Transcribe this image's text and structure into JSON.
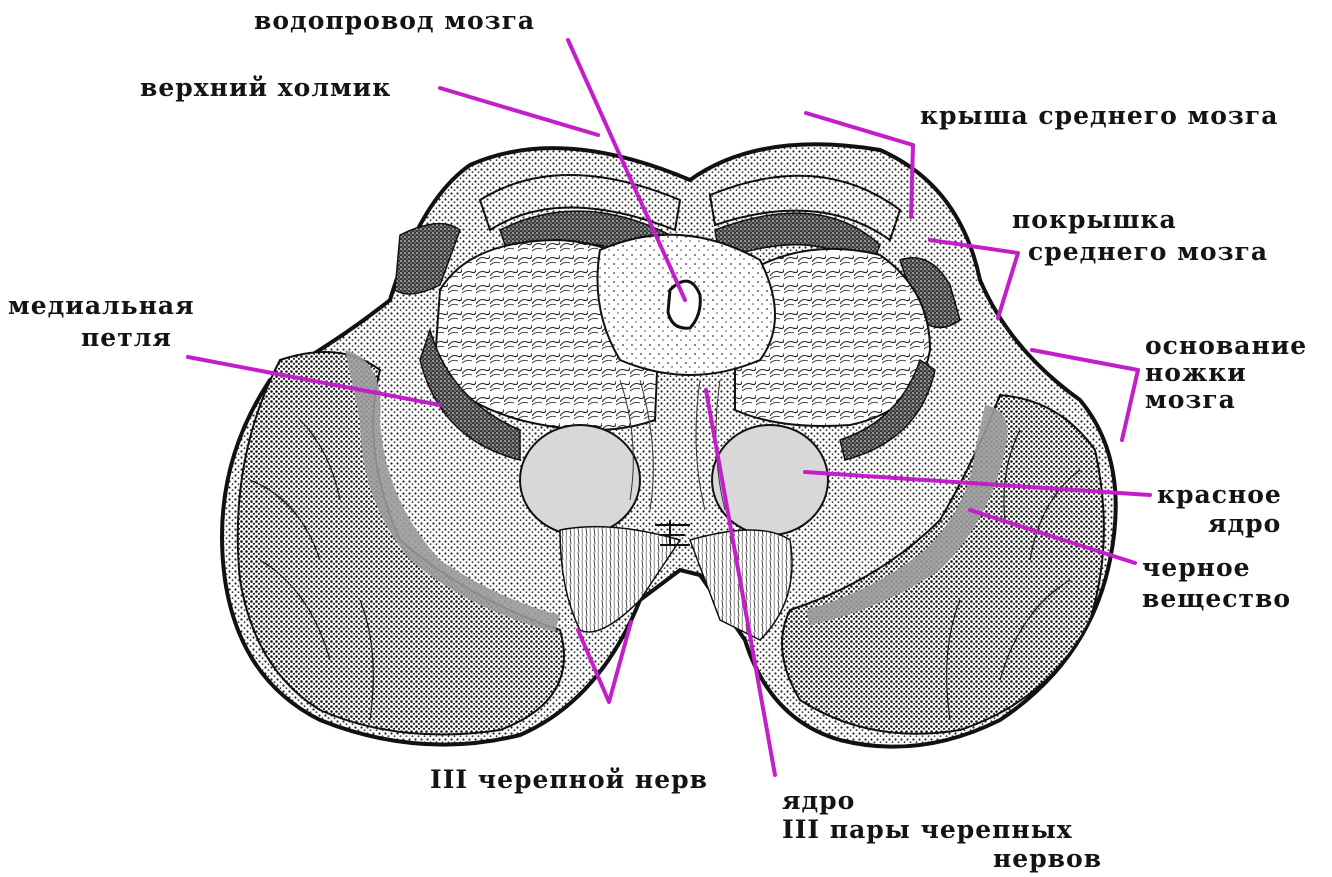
{
  "diagram": {
    "labels": {
      "aqueduct": "водопровод мозга",
      "superior_colliculus": "верхний холмик",
      "tectum": "крыша среднего мозга",
      "tegmentum_line1": "покрышка",
      "tegmentum_line2": "среднего мозга",
      "medial_lemniscus_line1": "медиальная",
      "medial_lemniscus_line2": "петля",
      "cerebral_peduncle_base_line1": "основание",
      "cerebral_peduncle_base_line2": "ножки",
      "cerebral_peduncle_base_line3": "мозга",
      "red_nucleus_line1": "красное",
      "red_nucleus_line2": "ядро",
      "substantia_nigra_line1": "черное",
      "substantia_nigra_line2": "вещество",
      "oculomotor_nerve": "III черепной нерв",
      "oculomotor_nucleus_line1": "ядро",
      "oculomotor_nucleus_line2": "III пары черепных",
      "oculomotor_nucleus_line3": "нервов"
    },
    "colors": {
      "leader": "#c21fc8",
      "ink": "#141414",
      "background": "#ffffff"
    }
  }
}
